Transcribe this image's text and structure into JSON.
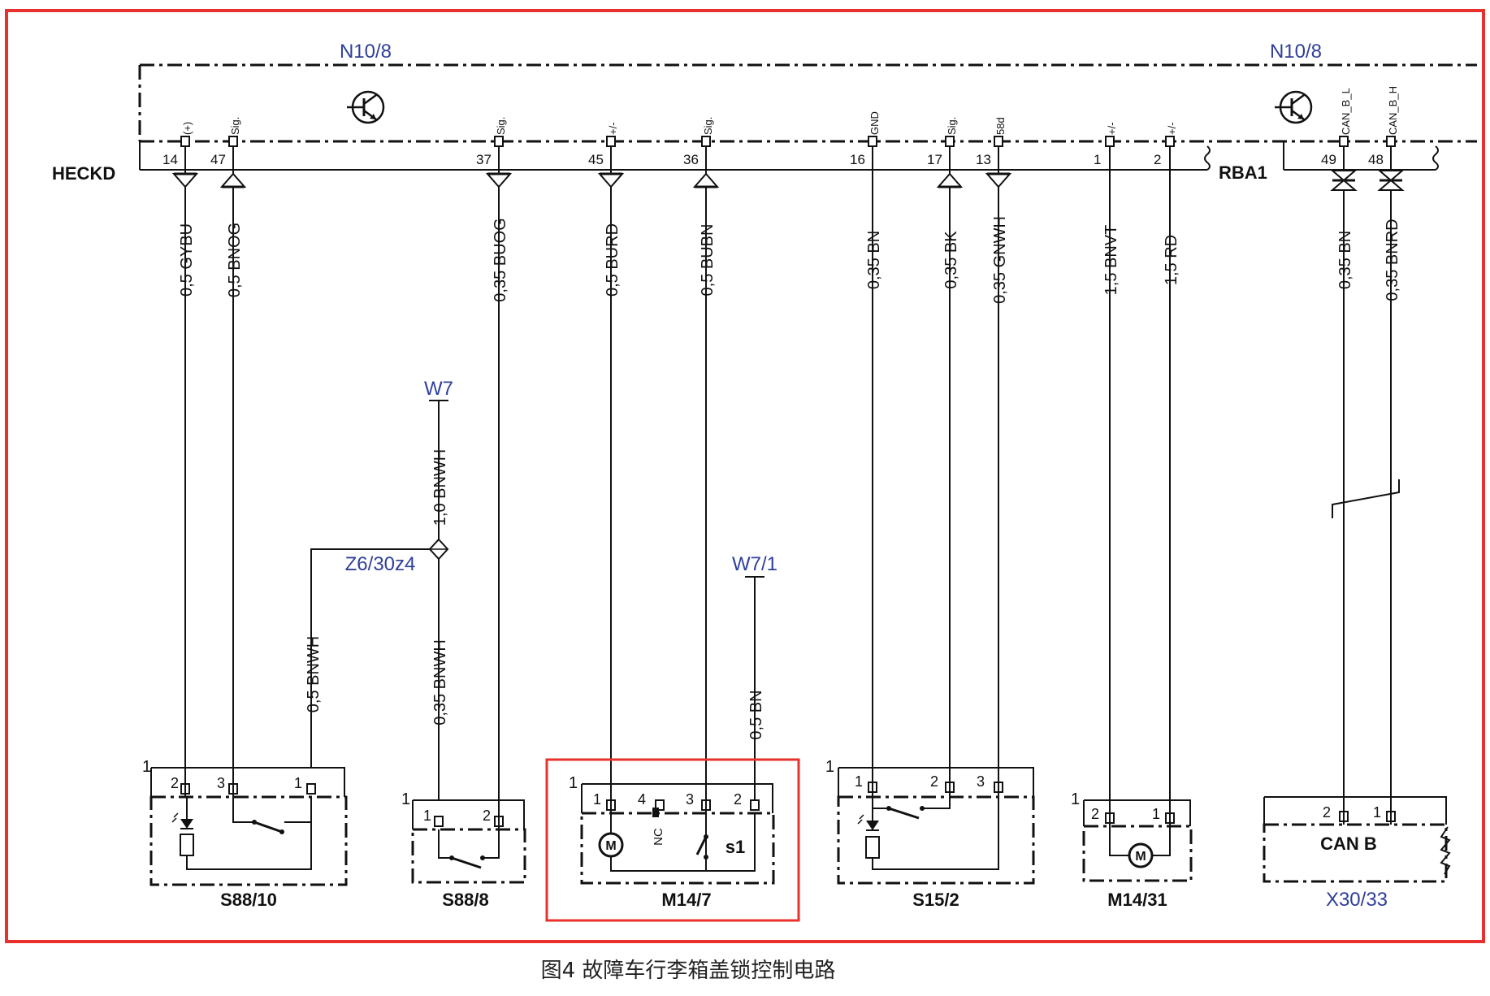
{
  "caption": "图4 故障车行李箱盖锁控制电路",
  "colors": {
    "frame": "#e8302c",
    "wire": "#222222",
    "blueLabel": "#2f3f9a",
    "box": "#111111"
  },
  "module": {
    "name_left": "N10/8",
    "name_right": "N10/8",
    "left_connector": "HECKD",
    "right_connector": "RBA1"
  },
  "pins": [
    {
      "num": "14",
      "sig": "(+)",
      "wire": "0,5 GYBU",
      "arrow": "down"
    },
    {
      "num": "47",
      "sig": "Sig.",
      "wire": "0,5 BNOG",
      "arrow": "up"
    },
    {
      "num": "37",
      "sig": "Sig.",
      "wire": "0,35 BUOG",
      "arrow": "down"
    },
    {
      "num": "45",
      "sig": "+/-",
      "wire": "0,5 BURD",
      "arrow": "down"
    },
    {
      "num": "36",
      "sig": "Sig.",
      "wire": "0,5 BUBN",
      "arrow": "up"
    },
    {
      "num": "16",
      "sig": "GND",
      "wire": "0,35 BN",
      "arrow": "none"
    },
    {
      "num": "17",
      "sig": "Sig.",
      "wire": "0,35 BK",
      "arrow": "up"
    },
    {
      "num": "13",
      "sig": "58d",
      "wire": "0,35 GNWH",
      "arrow": "down"
    },
    {
      "num": "1",
      "sig": "+/-",
      "wire": "1,5 BNVT",
      "arrow": "none"
    },
    {
      "num": "2",
      "sig": "+/-",
      "wire": "1,5 RD",
      "arrow": "none"
    },
    {
      "num": "49",
      "sig": "CAN_B_L",
      "wire": "0,35 BN",
      "arrow": "both"
    },
    {
      "num": "48",
      "sig": "CAN_B_H",
      "wire": "0,35 BNRD",
      "arrow": "both"
    }
  ],
  "grounds": {
    "w7": "W7",
    "w7_wire": "1,0 BNWH",
    "splice": "Z6/30z4",
    "splice_wire_left": "0,5 BNWH",
    "splice_wire_down": "0,35 BNWH",
    "w71": "W7/1",
    "w71_wire": "0,5 BN"
  },
  "components": [
    {
      "id": "S88/10",
      "conn": "1",
      "pins": [
        "2",
        "3",
        "1"
      ]
    },
    {
      "id": "S88/8",
      "conn": "1",
      "pins": [
        "1",
        "2"
      ]
    },
    {
      "id": "M14/7",
      "conn": "1",
      "pins": [
        "1",
        "4",
        "3",
        "2"
      ],
      "nc": "NC",
      "switch": "s1",
      "motor": "M"
    },
    {
      "id": "S15/2",
      "conn": "1",
      "pins": [
        "1",
        "2",
        "3"
      ]
    },
    {
      "id": "M14/31",
      "conn": "1",
      "pins": [
        "2",
        "1"
      ],
      "motor": "M"
    },
    {
      "id": "X30/33",
      "conn": "",
      "pins": [
        "2",
        "1"
      ],
      "inner": "CAN B"
    }
  ]
}
